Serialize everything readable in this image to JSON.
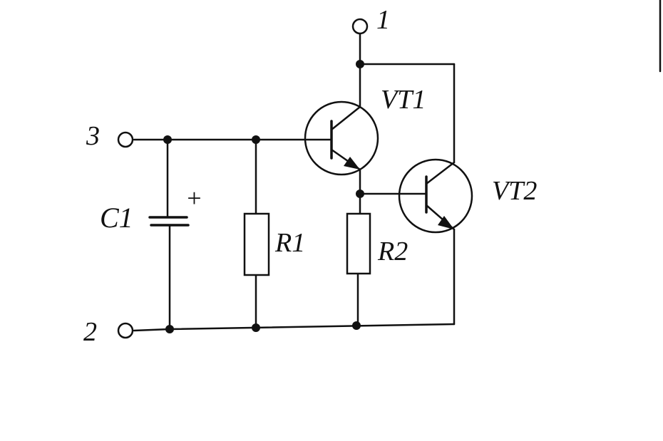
{
  "terminals": {
    "t1": "1",
    "t2": "2",
    "t3": "3"
  },
  "components": {
    "c1": "C1",
    "c1_polarity": "+",
    "r1": "R1",
    "r2": "R2",
    "vt1": "VT1",
    "vt2": "VT2"
  },
  "colors": {
    "ink": "#111111",
    "paper": "#ffffff"
  }
}
